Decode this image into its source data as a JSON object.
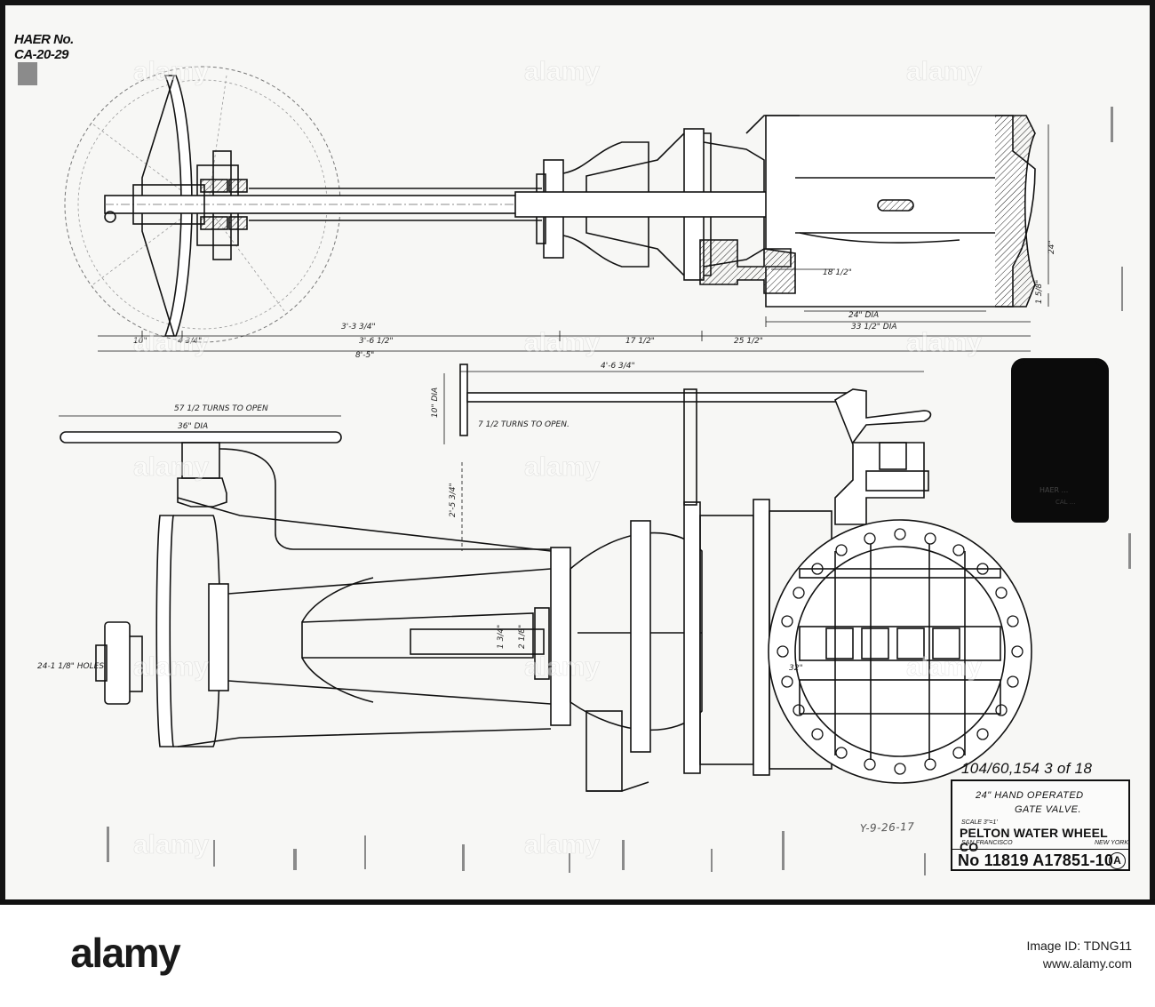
{
  "sheet": {
    "haer_label_line1": "HAER No.",
    "haer_label_line2": "CA-20-29",
    "sheet_count": "104/60,154  3 of 18",
    "stamp": "Y-9-26-17"
  },
  "title_block": {
    "line1": "24\" HAND OPERATED",
    "line2": "GATE VALVE.",
    "scale": "SCALE 3\"=1'",
    "company": "PELTON WATER WHEEL CO",
    "city_left": "SAN FRANCISCO",
    "city_right": "NEW YORK",
    "drawing_number": "No 11819 A17851-10",
    "revision": "A"
  },
  "tag_card": {
    "text1": "HAER  ...",
    "text2": "CAL  ..."
  },
  "dimensions": {
    "d_24_right": "24\"",
    "d_flange_small": "1 5/8\"",
    "d_18": "18 1/2\"",
    "d_24_dia": "24\" DIA",
    "d_33": "33 1/2\" DIA",
    "d_3_3": "3'-3 3/4\"",
    "d_3_6": "3'-6 1/2\"",
    "d_10": "10\"",
    "d_4_3": "4 3/4\"",
    "d_17": "17 1/2\"",
    "d_25": "25 1/2\"",
    "d_8_5": "8'-5\"",
    "turns_open_wheel": "57 1/2 TURNS TO OPEN",
    "d_36": "36\" DIA",
    "d_10_dia": "10\" DIA",
    "turns_open_handle": "7 1/2 TURNS TO OPEN.",
    "d_4_6": "4'-6 3/4\"",
    "d_2_5": "2'-5 3/4\"",
    "holes": "24-1 1/8\" HOLES",
    "d_32": "32\"",
    "stem_a": "1 3/4\"",
    "stem_b": "2 1/8\""
  },
  "watermark": {
    "text": "alamy"
  },
  "footer": {
    "logo_text": "alamy",
    "image_id": "Image ID: TDNG11",
    "url": "www.alamy.com"
  }
}
